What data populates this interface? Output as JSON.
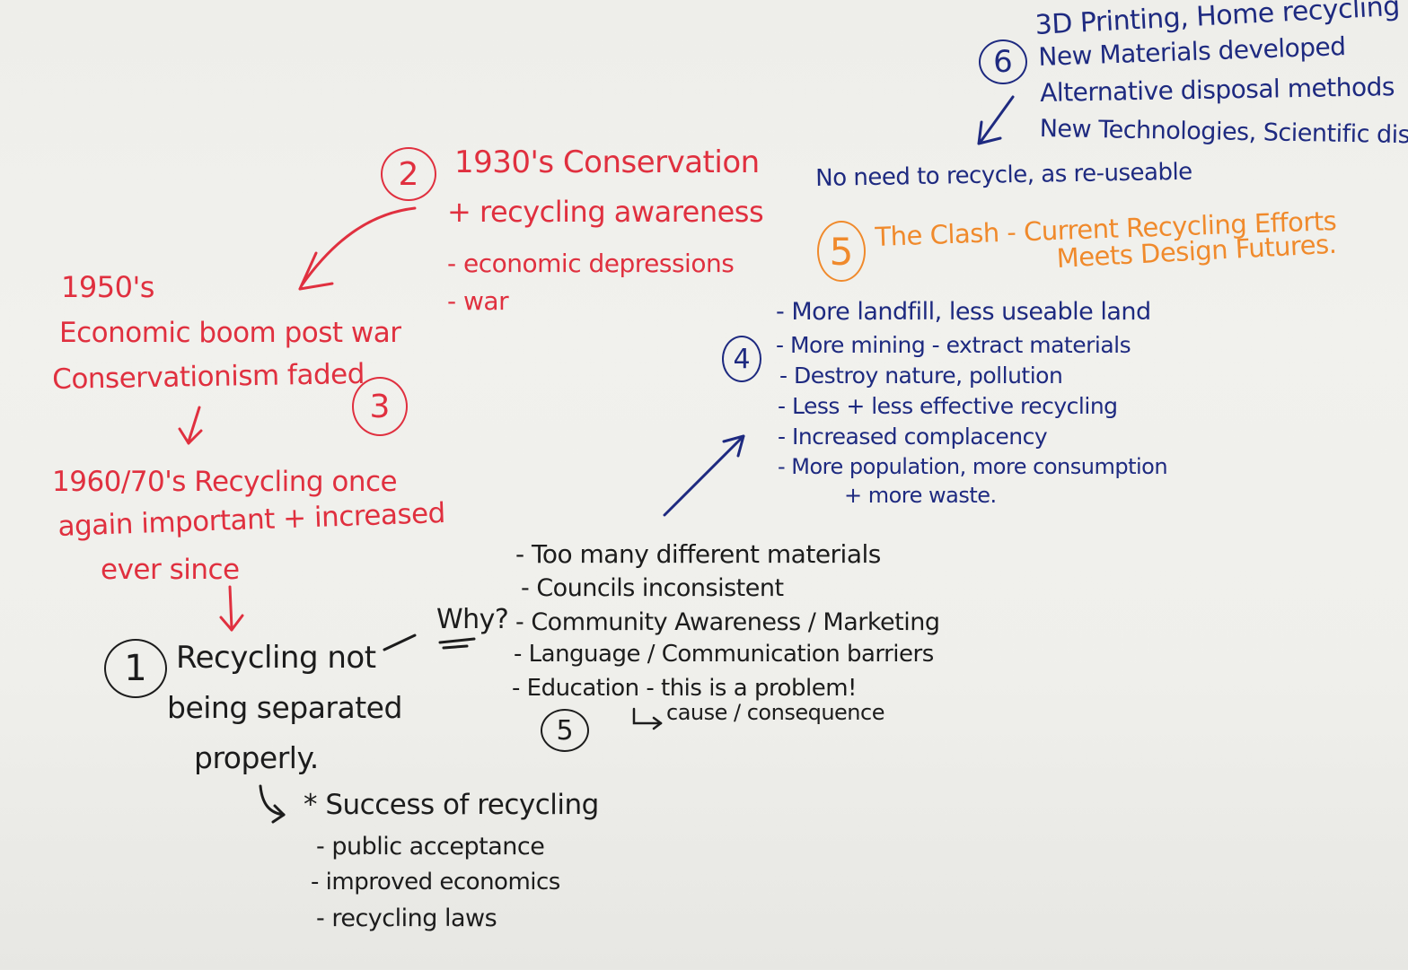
{
  "colors": {
    "red": "#e0303f",
    "navy": "#1e2a80",
    "black": "#1c1c1c",
    "orange": "#f08a2c"
  },
  "section6": {
    "number": "6",
    "lines": [
      "3D Printing, Home recycling",
      "New Materials developed",
      "Alternative disposal methods",
      "New Technologies, Scientific discovery"
    ],
    "conclusion": "No need to recycle, as re-useable"
  },
  "section5_clash": {
    "number": "5",
    "line1": "The Clash - Current Recycling Efforts",
    "line2": "Meets Design Futures."
  },
  "section2": {
    "number": "2",
    "title_line1": "1930's Conservation",
    "title_line2": "+ recycling awareness",
    "bullets": [
      "- economic depressions",
      "- war"
    ]
  },
  "era_1950s": {
    "year": "1950's",
    "line1": "Economic boom post war",
    "line2": "Conservationism faded"
  },
  "section3": {
    "number": "3"
  },
  "era_1960s": {
    "line1": "1960/70's Recycling once",
    "line2": "again important + increased",
    "line3": "ever since"
  },
  "section4": {
    "number": "4",
    "bullets": [
      "- More landfill, less useable land",
      "- More mining - extract materials",
      "- Destroy nature, pollution",
      "- Less + less effective recycling",
      "- Increased complacency",
      "- More population, more consumption",
      "+ more waste."
    ]
  },
  "section1": {
    "number": "1",
    "line1": "Recycling not",
    "line2": "being separated",
    "line3": "properly.",
    "success_title": "* Success of recycling",
    "success_bullets": [
      "- public acceptance",
      "- improved economics",
      "- recycling laws"
    ]
  },
  "why": {
    "label": "Why?",
    "reasons": [
      "- Too many different materials",
      "- Councils inconsistent",
      "- Community Awareness / Marketing",
      "- Language / Communication barriers",
      "- Education - this is a problem!"
    ],
    "cause_note": "cause / consequence",
    "number": "5"
  }
}
